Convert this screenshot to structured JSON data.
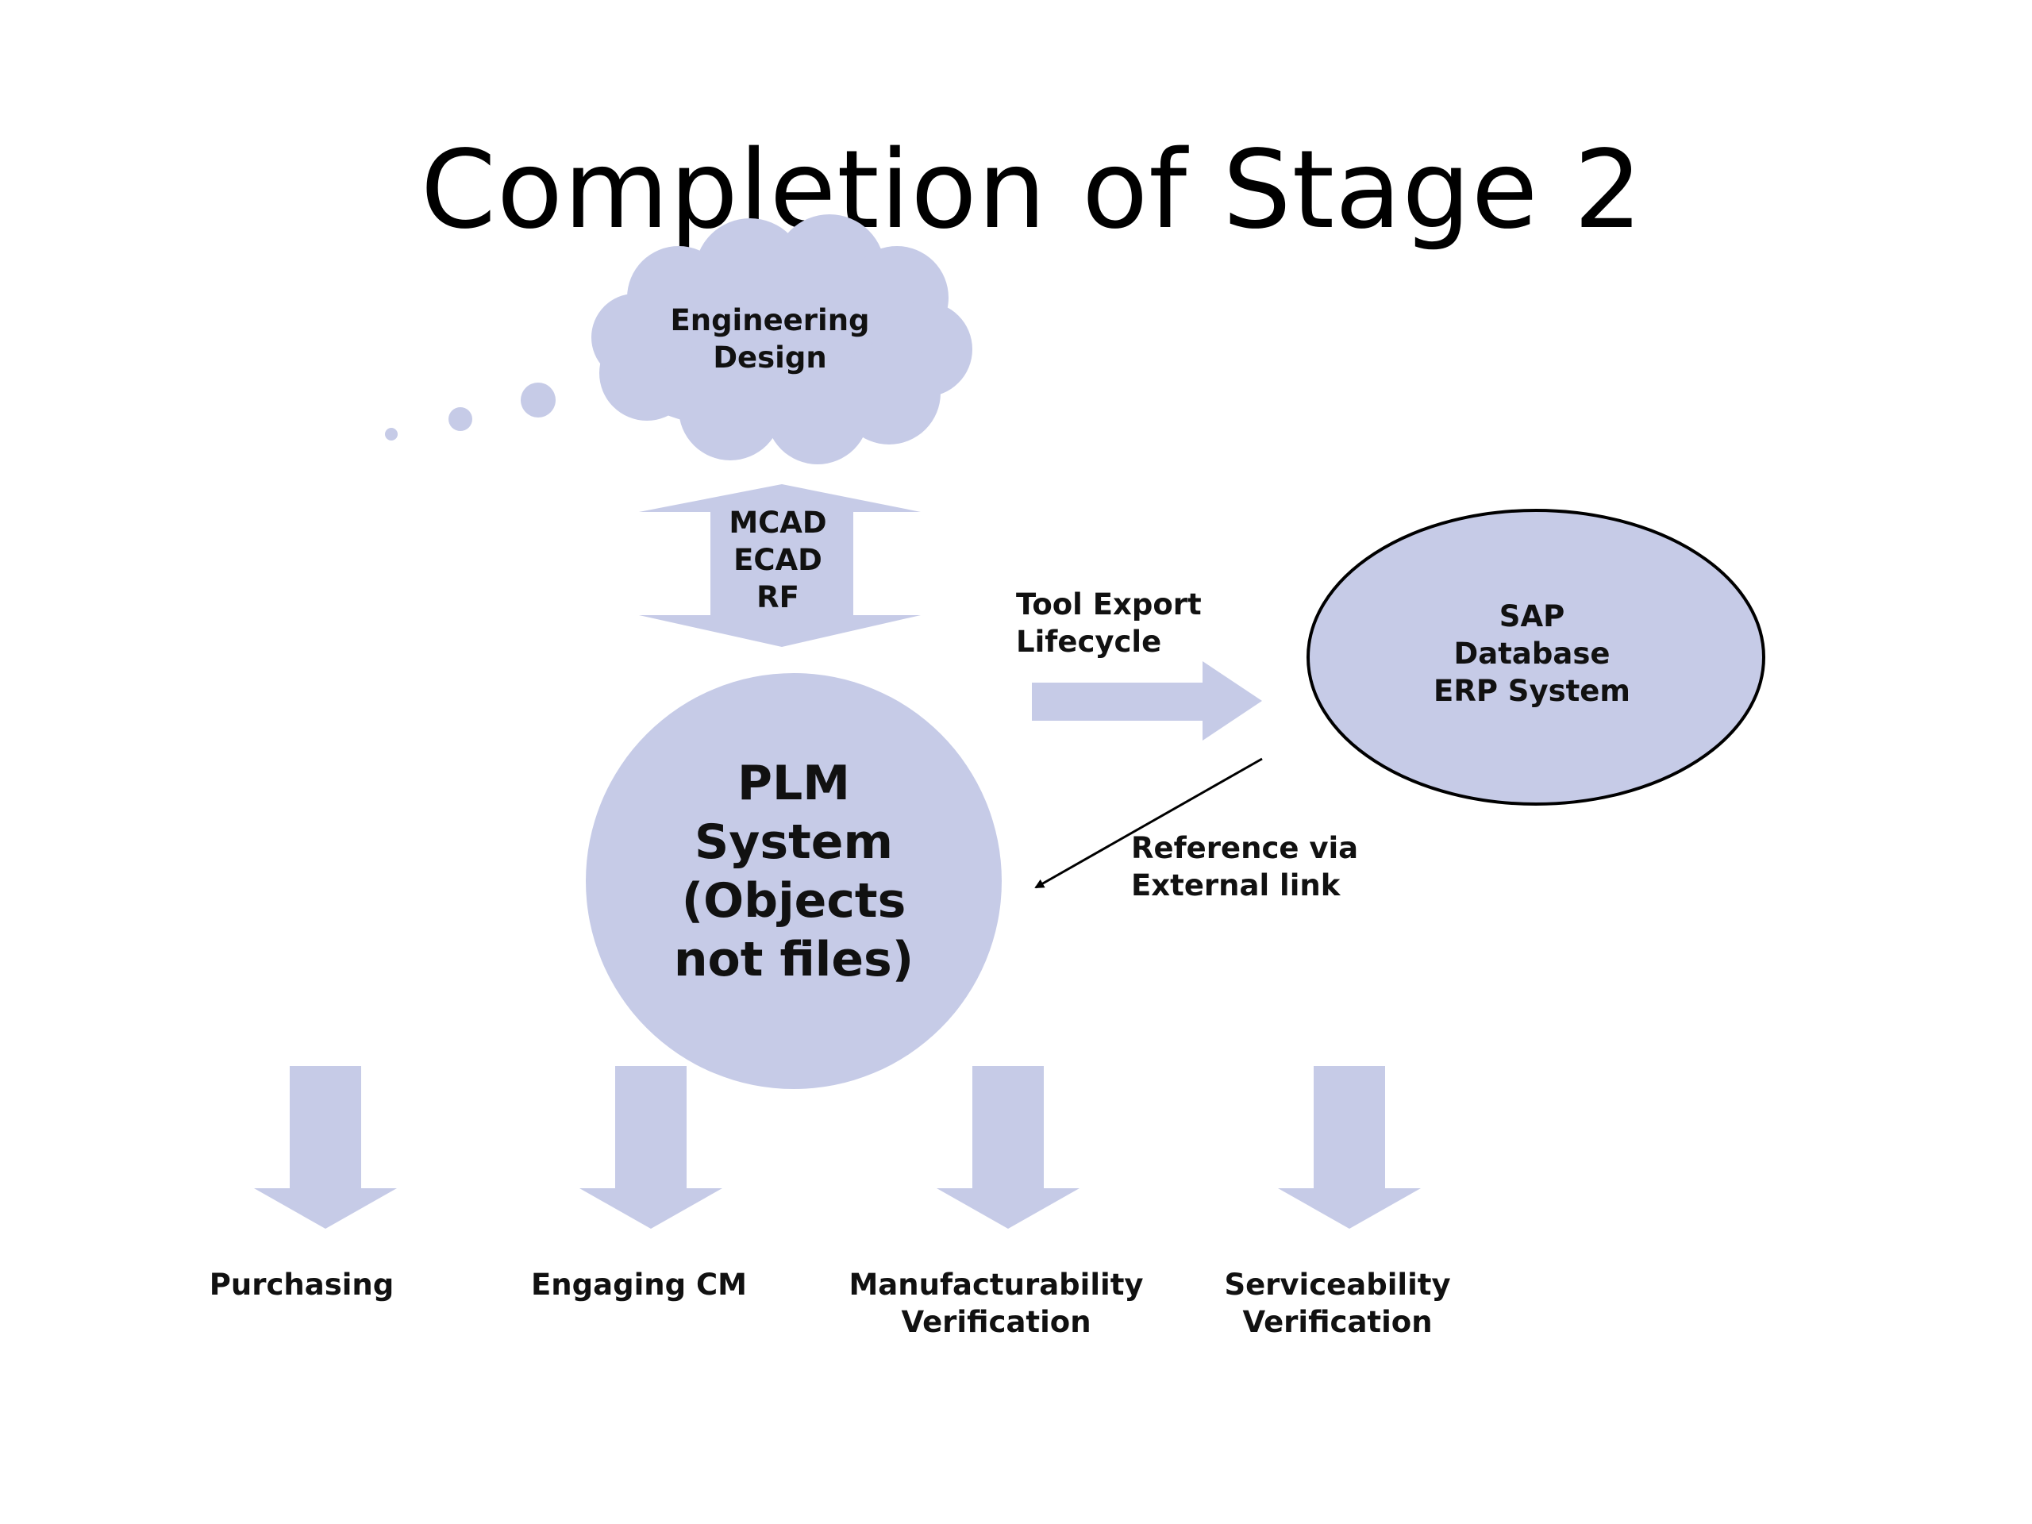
{
  "slide": {
    "title": "Completion of Stage 2"
  },
  "colors": {
    "shape_fill": "#c6cbe7",
    "background": "#ffffff",
    "text": "#111111",
    "outline": "#000000"
  },
  "diagram": {
    "cloud": {
      "label": "Engineering\nDesign"
    },
    "double_arrow": {
      "label": "MCAD\nECAD\nRF"
    },
    "plm": {
      "label": "PLM\nSystem\n(Objects\nnot files)"
    },
    "sap": {
      "label": "SAP\nDatabase\nERP System"
    },
    "export_arrow": {
      "label": "Tool Export\nLifecycle"
    },
    "reference_arrow": {
      "label": "Reference via\nExternal link"
    },
    "outputs": [
      {
        "label": "Purchasing"
      },
      {
        "label": "Engaging CM"
      },
      {
        "label": "Manufacturability\nVerification"
      },
      {
        "label": "Serviceability\nVerification"
      }
    ]
  }
}
